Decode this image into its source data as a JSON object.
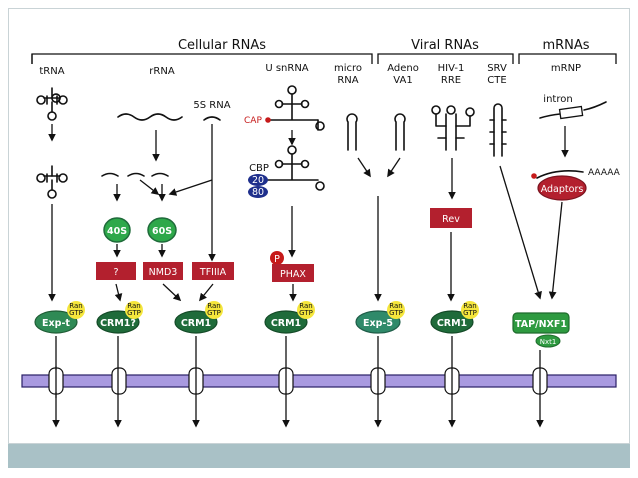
{
  "headers": {
    "cellular": "Cellular RNAs",
    "viral": "Viral RNAs",
    "mrnas": "mRNAs"
  },
  "column_labels": {
    "trna": "tRNA",
    "rrna": "rRNA",
    "usnrna": "U snRNA",
    "micro_1": "micro",
    "micro_2": "RNA",
    "adeno_1": "Adeno",
    "adeno_2": "VA1",
    "hiv_1": "HIV-1",
    "hiv_2": "RRE",
    "srv_1": "SRV",
    "srv_2": "CTE",
    "mrnp": "mRNP"
  },
  "annotations": {
    "five_s_rna": "5S RNA",
    "cap": "CAP",
    "cbp": "CBP",
    "cbp_20": "20",
    "cbp_80": "80",
    "intron": "intron",
    "polya": "AAAAA",
    "phospho": "P"
  },
  "adaptors": {
    "s40": "40S",
    "s60": "60S",
    "unknown": "?",
    "nmd3": "NMD3",
    "tfiiia": "TFIIIA",
    "phax": "PHAX",
    "rev": "Rev",
    "adaptors": "Adaptors"
  },
  "receptors": {
    "expt": "Exp-t",
    "crm1q": "CRM1?",
    "crm1_a": "CRM1",
    "crm1_b": "CRM1",
    "exp5": "Exp-5",
    "crm1_c": "CRM1",
    "tapnxf1": "TAP/NXF1",
    "nxt1": "Nxt1"
  },
  "ran": {
    "line1": "Ran",
    "line2": "GTP"
  },
  "colors": {
    "green_dark": "#1f6b3a",
    "green_light": "#2ea84a",
    "red_box": "#b3202e",
    "membrane": "#a99ae0",
    "yellow": "#f5e63c",
    "cbp_blue": "#1e2f8c",
    "band": "#a9c1c6"
  }
}
